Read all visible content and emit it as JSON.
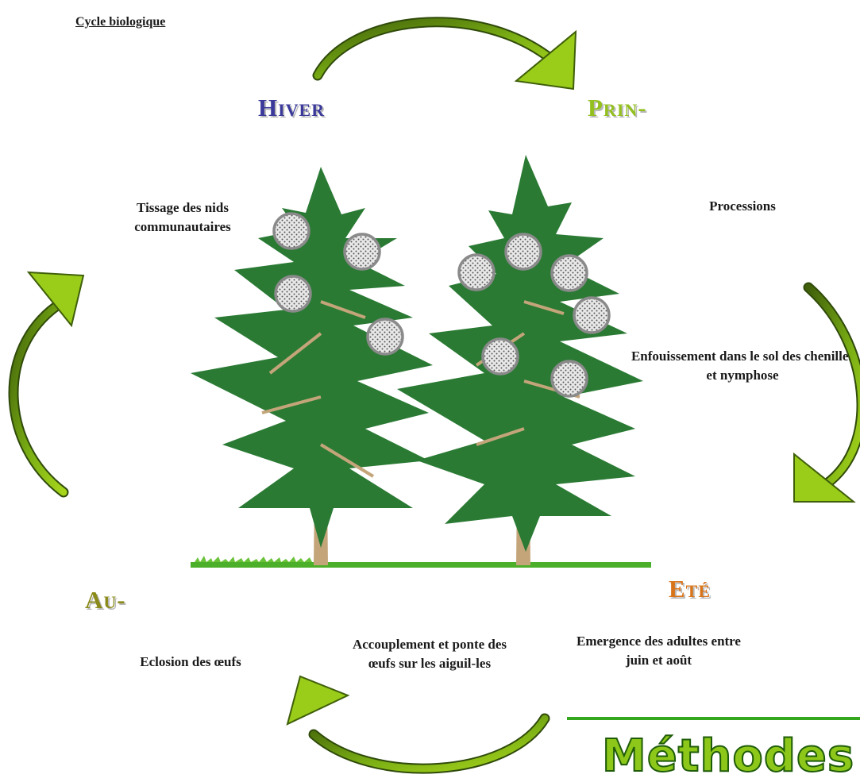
{
  "title": "Cycle biologique",
  "seasons": {
    "winter": "Hiver",
    "spring": "Prin-",
    "summer": "Eté",
    "autumn": "Au-"
  },
  "stages": {
    "nests": "Tissage des nids communautaires",
    "processions": "Processions",
    "burrowing": "Enfouissement dans le sol des chenilles et nymphose",
    "emergence": "Emergence des adultes entre juin et août",
    "mating": "Accouplement et ponte des œufs sur les aiguil-les",
    "hatching": "Eclosion des œufs"
  },
  "footer_heading": "Méthodes",
  "colors": {
    "winter": "#3b3a9a",
    "spring": "#93c01f",
    "summer": "#d8741a",
    "autumn": "#8a8a1a",
    "arrow_light": "#9acd1a",
    "arrow_dark": "#3f5f0a",
    "foliage": "#2a7a34",
    "trunk": "#c4a57a",
    "nest_stroke": "#8a8a8a",
    "grass": "#4caf2a",
    "rule": "#33a81f"
  },
  "icons": [
    "curved-arrow-icon",
    "pine-tree-icon",
    "caterpillar-nest-icon"
  ]
}
